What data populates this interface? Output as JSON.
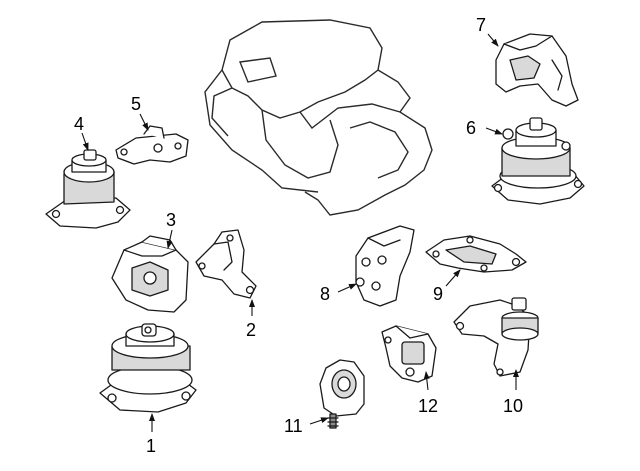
{
  "callouts": [
    {
      "id": "1",
      "text": "1"
    },
    {
      "id": "2",
      "text": "2"
    },
    {
      "id": "3",
      "text": "3"
    },
    {
      "id": "4",
      "text": "4"
    },
    {
      "id": "5",
      "text": "5"
    },
    {
      "id": "6",
      "text": "6"
    },
    {
      "id": "7",
      "text": "7"
    },
    {
      "id": "8",
      "text": "8"
    },
    {
      "id": "9",
      "text": "9"
    },
    {
      "id": "10",
      "text": "10"
    },
    {
      "id": "11",
      "text": "11"
    },
    {
      "id": "12",
      "text": "12"
    }
  ],
  "colors": {
    "line": "#1a1a1a",
    "shade": "#d9d9d9",
    "background": "#ffffff"
  }
}
